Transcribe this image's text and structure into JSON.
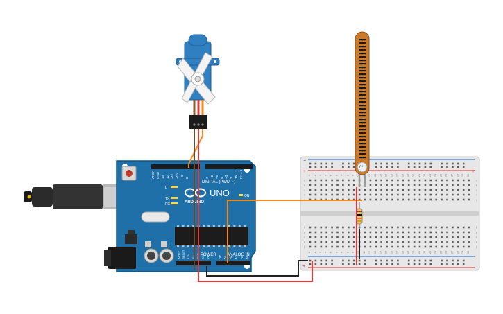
{
  "colors": {
    "board": "#1f6fa8",
    "board_edge": "#15527e",
    "servo": "#2f7fc1",
    "flex_sensor": "#c97a2a",
    "breadboard": "#e7e7e7",
    "rail_red": "#d32f2f",
    "rail_blue": "#1565c0",
    "wire_orange": "#f08a1a",
    "wire_red": "#e53935",
    "wire_black": "#212121",
    "usb_cable": "#222222"
  },
  "arduino": {
    "brand": "ARDUINO",
    "model": "UNO",
    "digital_label": "DIGITAL (PWM ~)",
    "power_label": "POWER",
    "analog_label": "ANALOG IN",
    "on_label": "ON",
    "led_labels": [
      "L",
      "TX",
      "RX"
    ],
    "top_pins": [
      "AREF",
      "GND",
      "13",
      "12",
      "~11",
      "~10",
      "~9",
      "8",
      "7",
      "~6",
      "~5",
      "4",
      "~3",
      "2",
      "TX→1",
      "RX←0"
    ],
    "power_pins": [
      "IOREF",
      "RESET",
      "3.3V",
      "5V",
      "GND",
      "GND",
      "Vin"
    ],
    "analog_pins": [
      "A0",
      "A1",
      "A2",
      "A3",
      "A4",
      "A5"
    ]
  },
  "flex_sensor": {
    "angle_label": "0°"
  },
  "breadboard": {
    "columns": [
      "1",
      "2",
      "3",
      "4",
      "5",
      "6",
      "7",
      "8",
      "9",
      "10",
      "11",
      "12",
      "13",
      "14",
      "15",
      "16",
      "17",
      "18",
      "19",
      "20",
      "21",
      "22",
      "23",
      "24",
      "25",
      "26",
      "27",
      "28",
      "29",
      "30"
    ],
    "rows_top": [
      "a",
      "b",
      "c",
      "d",
      "e"
    ],
    "rows_bottom": [
      "f",
      "g",
      "h",
      "i",
      "j"
    ],
    "rail_plus": "+",
    "rail_minus": "−"
  }
}
